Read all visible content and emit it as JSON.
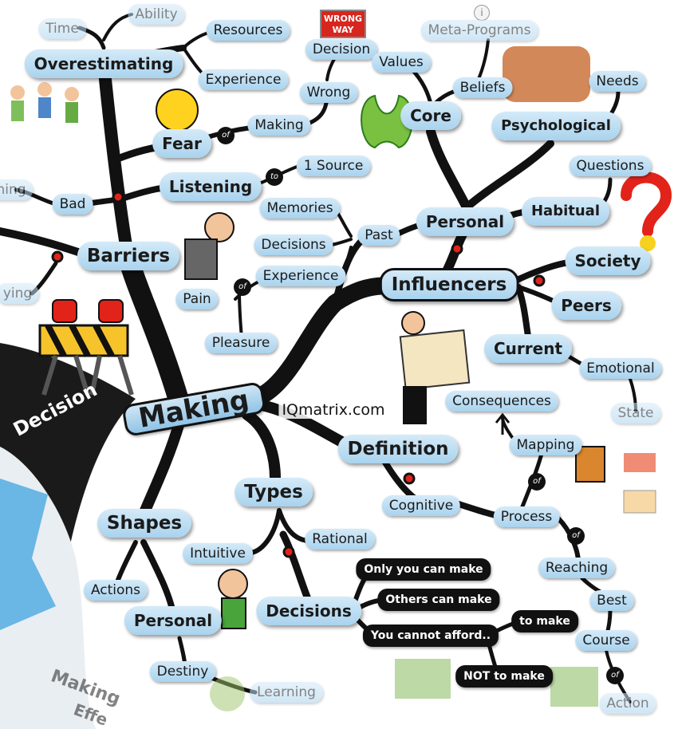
{
  "colors": {
    "branch": "#111111",
    "node_fill_top": "#d4eaf8",
    "node_fill_bottom": "#a9d3ee",
    "connector_red": "#e2231a"
  },
  "watermark": "IQmatrix.com",
  "central": "Making",
  "side_texts": {
    "decision": "Decision",
    "making": "Making",
    "effe": "Effe"
  },
  "wrong_way_sign": "WRONG WAY",
  "info_icon": "i",
  "nodes": {
    "time": "Time",
    "ability": "Ability",
    "overestimating": "Overestimating",
    "resources": "Resources",
    "experience_top": "Experience",
    "fear": "Fear",
    "making_top": "Making",
    "wrong": "Wrong",
    "decision_top": "Decision",
    "listening": "Listening",
    "one_source": "1 Source",
    "ning": "ning",
    "bad": "Bad",
    "barriers": "Barriers",
    "ying": "ying",
    "meta_programs": "Meta-Programs",
    "values": "Values",
    "beliefs": "Beliefs",
    "core": "Core",
    "needs": "Needs",
    "psychological": "Psychological",
    "questions": "Questions",
    "habitual": "Habitual",
    "personal_top": "Personal",
    "past": "Past",
    "memories": "Memories",
    "decisions_past": "Decisions",
    "experience_past": "Experience",
    "pain": "Pain",
    "pleasure": "Pleasure",
    "influencers": "Influencers",
    "society": "Society",
    "peers": "Peers",
    "current": "Current",
    "emotional": "Emotional",
    "state": "State",
    "consequences": "Consequences",
    "definition": "Definition",
    "mapping": "Mapping",
    "cognitive": "Cognitive",
    "process": "Process",
    "reaching": "Reaching",
    "best": "Best",
    "course": "Course",
    "action": "Action",
    "types": "Types",
    "rational": "Rational",
    "intuitive": "Intuitive",
    "decisions_types": "Decisions",
    "only_you": "Only you can make",
    "others_can": "Others can make",
    "cannot_afford": "You cannot afford..",
    "to_make": "to make",
    "not_to_make": "NOT to make",
    "shapes": "Shapes",
    "actions": "Actions",
    "personal_bottom": "Personal",
    "destiny": "Destiny",
    "learning": "Learning"
  },
  "connectors": {
    "of": "of",
    "to": "to"
  }
}
